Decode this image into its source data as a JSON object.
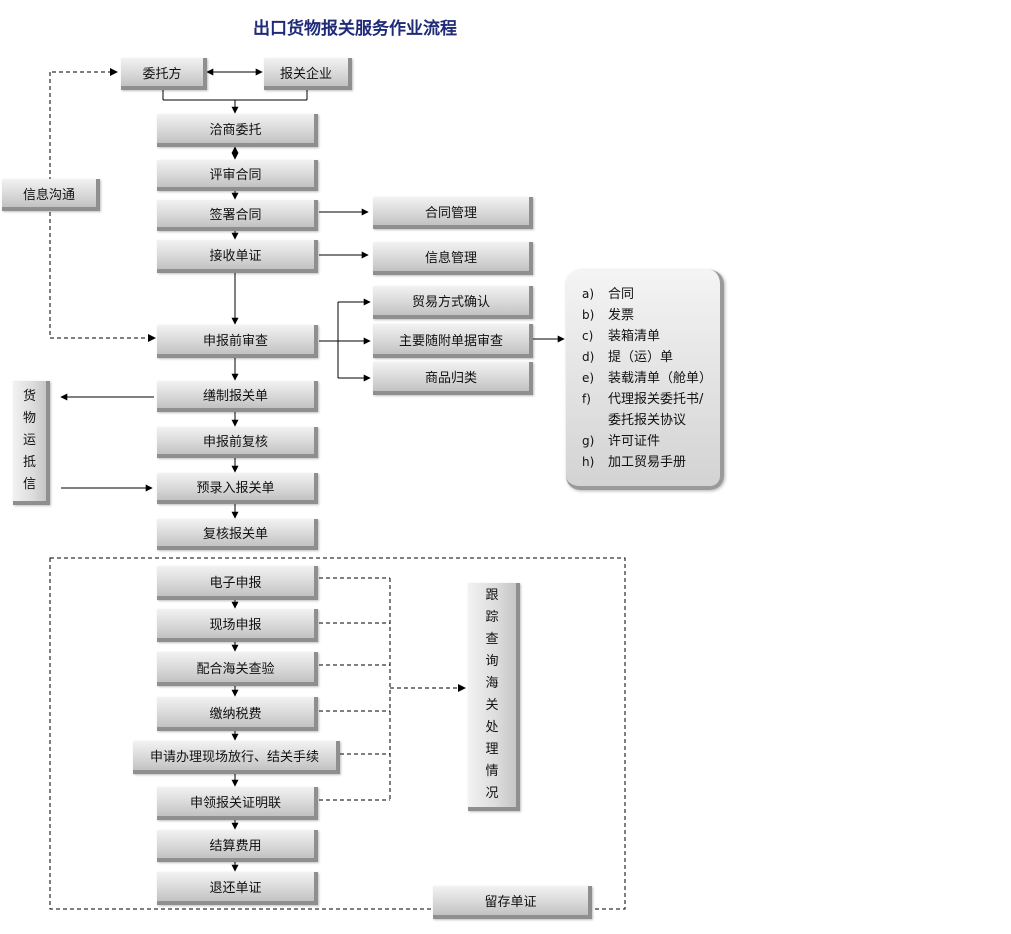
{
  "title": "出口货物报关服务作业流程",
  "nodes": {
    "client": "委托方",
    "broker": "报关企业",
    "negotiate": "洽商委托",
    "review_contract": "评审合同",
    "sign_contract": "签署合同",
    "receive_docs": "接收单证",
    "pre_check": "申报前审查",
    "prepare_declaration": "缮制报关单",
    "pre_recheck": "申报前复核",
    "pre_entry": "预录入报关单",
    "recheck_declaration": "复核报关单",
    "e_declaration": "电子申报",
    "onsite_declaration": "现场申报",
    "assist_inspection": "配合海关查验",
    "pay_taxes": "缴纳税费",
    "apply_release": "申请办理现场放行、结关手续",
    "collect_certificate": "申领报关证明联",
    "settle_fees": "结算费用",
    "return_docs": "退还单证",
    "retain_docs": "留存单证",
    "contract_mgmt": "合同管理",
    "info_mgmt": "信息管理",
    "trade_mode": "贸易方式确认",
    "doc_review": "主要随附单据审查",
    "classification": "商品归类",
    "info_comm": "信息沟通",
    "cargo_letter": [
      "货",
      "物",
      "运",
      "抵",
      "信"
    ],
    "tracking": [
      "跟",
      "踪",
      "查",
      "询",
      "海",
      "关",
      "处",
      "理",
      "情",
      "况"
    ]
  },
  "documents": [
    {
      "label": "a)",
      "text": "合同"
    },
    {
      "label": "b)",
      "text": "发票"
    },
    {
      "label": "c)",
      "text": "装箱清单"
    },
    {
      "label": "d)",
      "text": "提（运）单"
    },
    {
      "label": "e)",
      "text": "装载清单（舱单）"
    },
    {
      "label": "f)",
      "text": "代理报关委托书/"
    },
    {
      "label": "",
      "text": "委托报关协议"
    },
    {
      "label": "g)",
      "text": "许可证件"
    },
    {
      "label": "h)",
      "text": "加工贸易手册"
    }
  ]
}
